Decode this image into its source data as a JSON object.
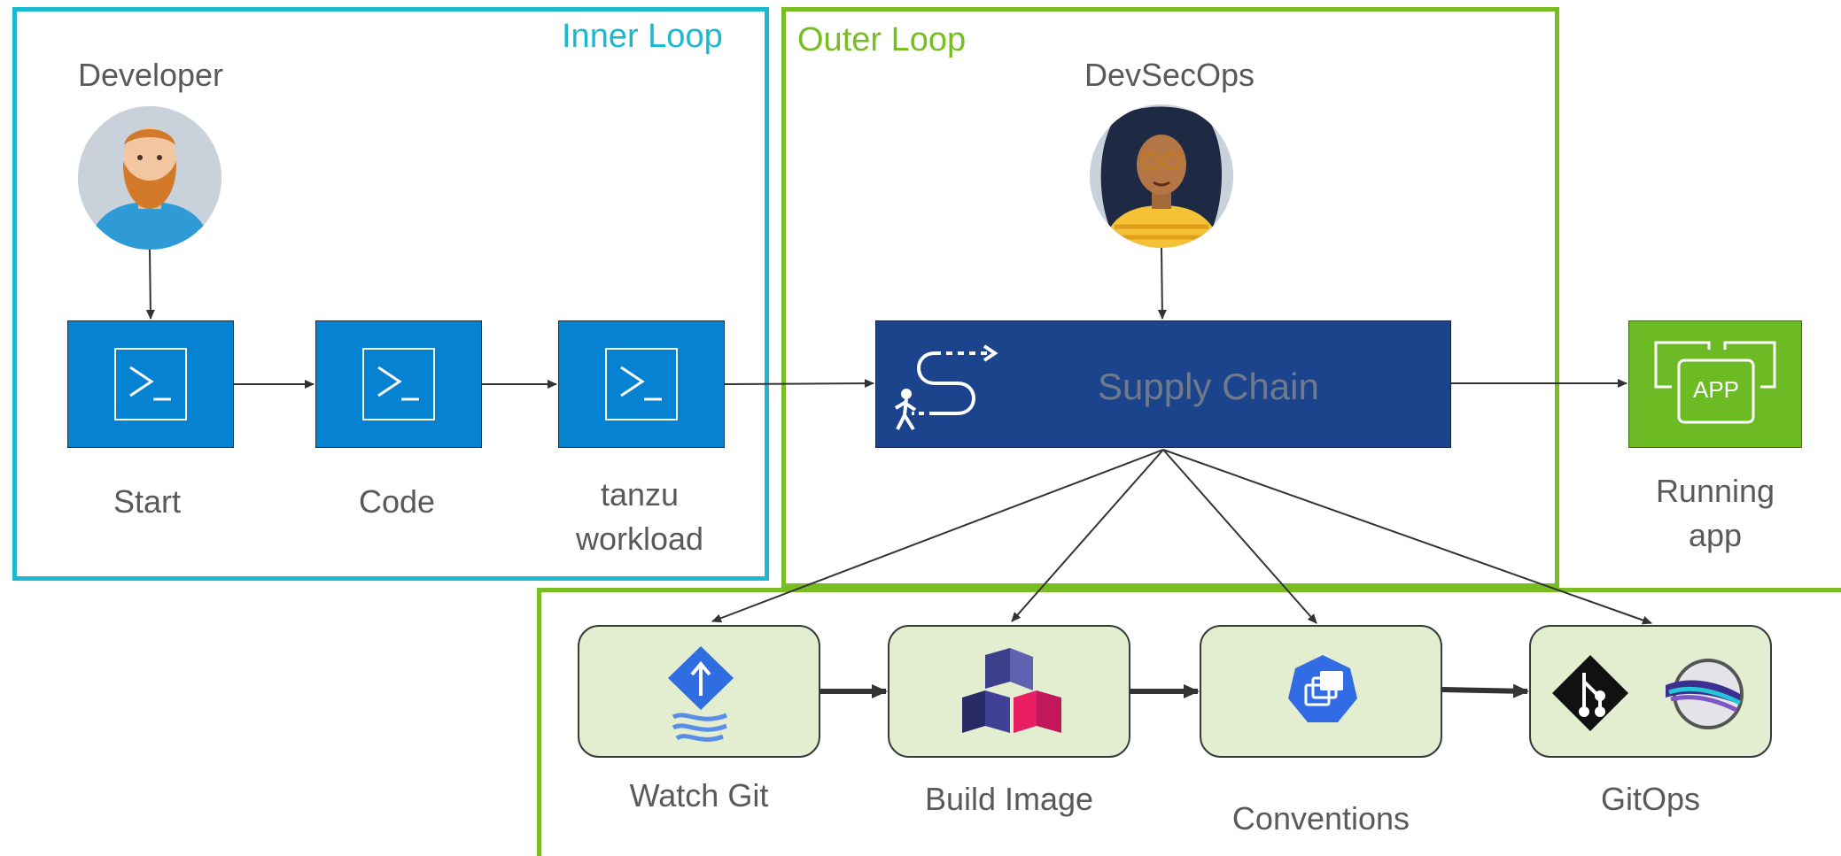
{
  "inner_loop": {
    "title": "Inner Loop",
    "persona": "Developer",
    "steps": [
      "Start",
      "Code"
    ],
    "tanzu_line1": "tanzu",
    "tanzu_line2": "workload"
  },
  "outer_loop": {
    "title": "Outer Loop",
    "persona": "DevSecOps",
    "supply_chain": "Supply Chain"
  },
  "running_app": {
    "icon_text": "APP",
    "line1": "Running",
    "line2": "app"
  },
  "supply_chain_steps": {
    "watch_git": "Watch Git",
    "build_image": "Build Image",
    "conventions": "Conventions",
    "gitops": "GitOps"
  },
  "colors": {
    "inner_loop_border": "#1bb8d0",
    "outer_loop_border": "#78be22",
    "terminal_blue": "#0582d1",
    "supply_chain_navy": "#1c448c",
    "app_green": "#6cbb24",
    "step_fill": "#e3eed1"
  }
}
